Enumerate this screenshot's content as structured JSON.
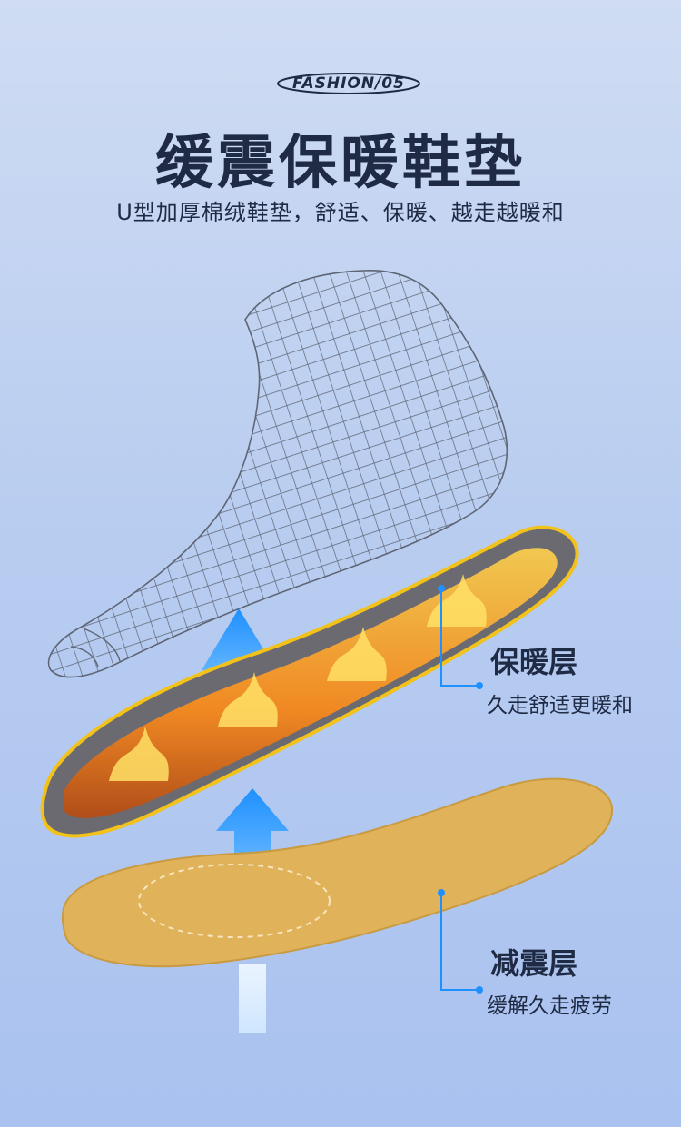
{
  "header": {
    "badge": "FASHION/05",
    "title": "缓震保暖鞋垫",
    "subtitle": "U型加厚棉绒鞋垫，舒适、保暖、越走越暖和"
  },
  "layers": [
    {
      "title": "保暖层",
      "description": "久走舒适更暖和"
    },
    {
      "title": "减震层",
      "description": "缓解久走疲劳"
    }
  ],
  "colors": {
    "text": "#1f2a44",
    "accent_blue": "#1e90ff",
    "foam": "#e0b25a",
    "flame": "#ff8c1a",
    "fleece": "#6b6a70"
  },
  "icons": [
    "foot-wireframe-illustration",
    "fleece-insole-illustration",
    "foam-insole-illustration",
    "up-arrow-icon"
  ]
}
